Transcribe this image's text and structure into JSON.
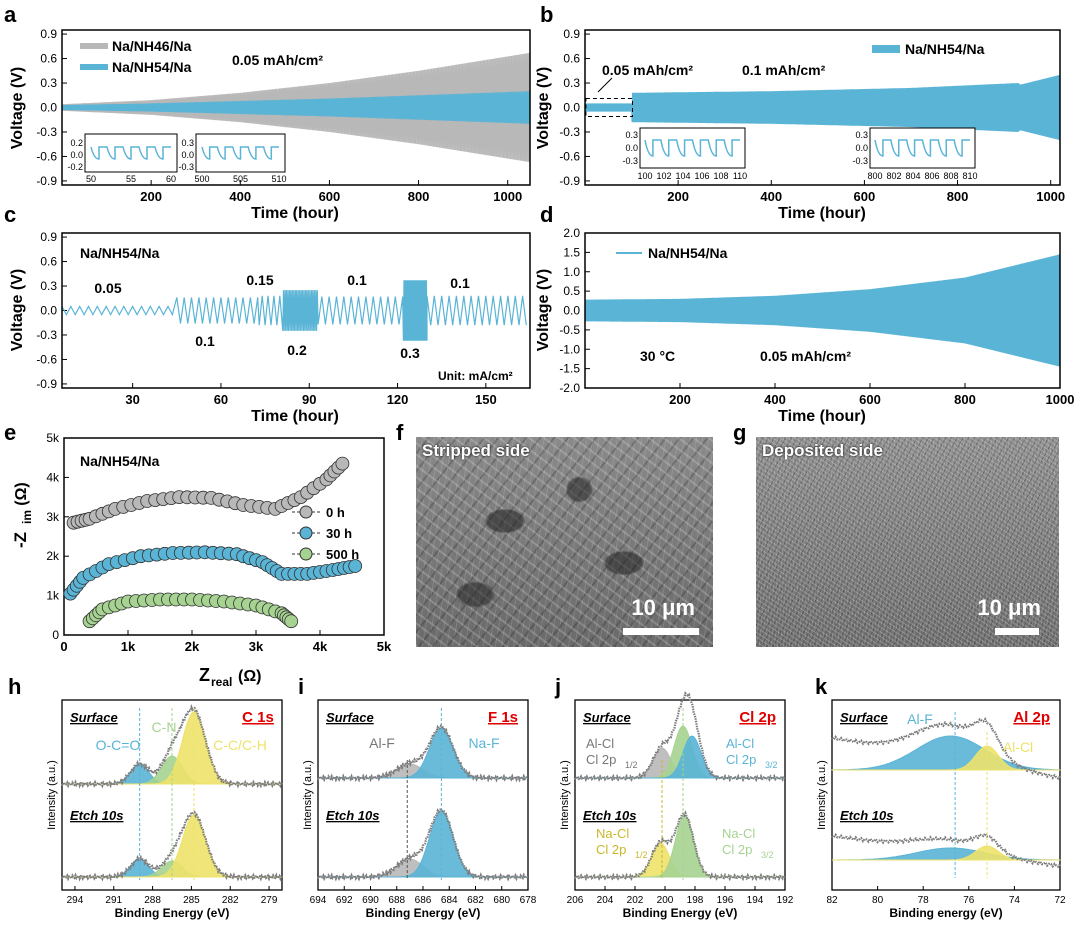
{
  "colors": {
    "blue": "#5ab4d6",
    "gray": "#b8b8b8",
    "green": "#a6d391",
    "yellow": "#ede26a",
    "red": "#e00000",
    "marker": "#7d7d7d"
  },
  "panel_letters": [
    "a",
    "b",
    "c",
    "d",
    "e",
    "f",
    "g",
    "h",
    "i",
    "j",
    "k"
  ],
  "chart_data": [
    {
      "id": "a",
      "type": "line",
      "xlabel": "Time (hour)",
      "ylabel": "Voltage (V)",
      "xlim": [
        0,
        1050
      ],
      "ylim": [
        -0.95,
        0.95
      ],
      "xticks": [
        "200",
        "400",
        "600",
        "800",
        "1000"
      ],
      "yticks": [
        "-0.9",
        "-0.6",
        "-0.3",
        "0.0",
        "0.3",
        "0.6",
        "0.9"
      ],
      "annotation": "0.05 mAh/cm²",
      "series": [
        {
          "name": "Na/NH46/Na",
          "color": "gray",
          "amplitude": {
            "t": [
              0,
              200,
              400,
              600,
              800,
              1050
            ],
            "v": [
              0.04,
              0.09,
              0.18,
              0.3,
              0.45,
              0.67
            ]
          }
        },
        {
          "name": "Na/NH54/Na",
          "color": "blue",
          "amplitude": {
            "t": [
              0,
              200,
              400,
              600,
              800,
              1050
            ],
            "v": [
              0.03,
              0.05,
              0.08,
              0.11,
              0.15,
              0.2
            ]
          }
        }
      ],
      "insets": [
        {
          "xticks": [
            "50",
            "55",
            "60"
          ],
          "yticks": [
            "0.2",
            "0.0",
            "-0.2"
          ]
        },
        {
          "xticks": [
            "500",
            "505",
            "510"
          ],
          "yticks": [
            "0.3",
            "0.0",
            "-0.3"
          ]
        }
      ]
    },
    {
      "id": "b",
      "type": "line",
      "xlabel": "Time (hour)",
      "ylabel": "Voltage (V)",
      "xlim": [
        0,
        1020
      ],
      "ylim": [
        -0.95,
        0.95
      ],
      "xticks": [
        "200",
        "400",
        "600",
        "800",
        "1000"
      ],
      "yticks": [
        "-0.9",
        "-0.6",
        "-0.3",
        "0.0",
        "0.3",
        "0.6",
        "0.9"
      ],
      "annotations": [
        "0.05 mAh/cm²",
        "0.1 mAh/cm²"
      ],
      "series": [
        {
          "name": "Na/NH54/Na",
          "color": "blue",
          "amplitude": {
            "t": [
              0,
              100,
              101,
              400,
              700,
              930,
              935,
              1020
            ],
            "v": [
              0.05,
              0.05,
              0.18,
              0.2,
              0.24,
              0.3,
              0.28,
              0.4
            ]
          }
        }
      ],
      "insets": [
        {
          "xticks": [
            "100",
            "102",
            "104",
            "106",
            "108",
            "110"
          ],
          "yticks": [
            "0.3",
            "0.0",
            "-0.3"
          ]
        },
        {
          "xticks": [
            "800",
            "802",
            "804",
            "806",
            "808",
            "810"
          ],
          "yticks": [
            "0.3",
            "0.0",
            "-0.3"
          ]
        }
      ]
    },
    {
      "id": "c",
      "type": "line",
      "xlabel": "Time (hour)",
      "ylabel": "Voltage (V)",
      "xlim": [
        6,
        165
      ],
      "ylim": [
        -0.95,
        0.95
      ],
      "xticks": [
        "30",
        "60",
        "90",
        "120",
        "150"
      ],
      "yticks": [
        "-0.9",
        "-0.6",
        "-0.3",
        "0.0",
        "0.3",
        "0.6",
        "0.9"
      ],
      "title": "Na/NH54/Na",
      "unit_note": "Unit: mA/cm²",
      "segments": [
        {
          "label": "0.05",
          "t0": 6,
          "t1": 45,
          "amp": 0.05,
          "period": 3
        },
        {
          "label": "0.1",
          "t0": 45,
          "t1": 73,
          "amp": 0.16,
          "period": 2.5
        },
        {
          "label": "0.15",
          "t0": 73,
          "t1": 81,
          "amp": 0.18,
          "period": 2
        },
        {
          "label": "0.2",
          "t0": 81,
          "t1": 93,
          "amp": 0.25,
          "period": 0.5
        },
        {
          "label": "0.1",
          "t0": 93,
          "t1": 122,
          "amp": 0.17,
          "period": 2.5
        },
        {
          "label": "0.3",
          "t0": 122,
          "t1": 130,
          "amp": 0.37,
          "period": 0.4
        },
        {
          "label": "0.1",
          "t0": 130,
          "t1": 165,
          "amp": 0.18,
          "period": 2.5
        }
      ]
    },
    {
      "id": "d",
      "type": "line",
      "xlabel": "Time (hour)",
      "ylabel": "Voltage (V)",
      "xlim": [
        0,
        1000
      ],
      "ylim": [
        -2.0,
        2.0
      ],
      "xticks": [
        "200",
        "400",
        "600",
        "800",
        "1000"
      ],
      "yticks": [
        "-2.0",
        "-1.5",
        "-1.0",
        "-0.5",
        "0.0",
        "0.5",
        "1.0",
        "1.5",
        "2.0"
      ],
      "annotations": [
        "30 °C",
        "0.05 mAh/cm²"
      ],
      "series": [
        {
          "name": "Na/NH54/Na",
          "color": "blue",
          "amplitude": {
            "t": [
              0,
              200,
              400,
              600,
              800,
              1000
            ],
            "v": [
              0.28,
              0.3,
              0.38,
              0.55,
              0.85,
              1.45
            ]
          }
        }
      ]
    },
    {
      "id": "e",
      "type": "scatter",
      "xlabel": "Zreal (Ω)",
      "ylabel": "-Zim (Ω)",
      "xlim": [
        0,
        5000
      ],
      "ylim": [
        0,
        5000
      ],
      "xticks": [
        "0",
        "1k",
        "2k",
        "3k",
        "4k",
        "5k"
      ],
      "yticks": [
        "0",
        "1k",
        "2k",
        "3k",
        "4k",
        "5k"
      ],
      "title": "Na/NH54/Na",
      "series": [
        {
          "name": "0 h",
          "color": "gray",
          "x": [
            150,
            400,
            800,
            1300,
            1800,
            2300,
            2800,
            3300,
            3700,
            4100,
            4350
          ],
          "y": [
            2850,
            2950,
            3200,
            3400,
            3500,
            3480,
            3300,
            3200,
            3500,
            3950,
            4350
          ]
        },
        {
          "name": "30 h",
          "color": "blue",
          "x": [
            100,
            300,
            700,
            1200,
            1700,
            2200,
            2700,
            3100,
            3400,
            3800,
            4200,
            4550
          ],
          "y": [
            1050,
            1450,
            1800,
            2000,
            2080,
            2100,
            2050,
            1850,
            1550,
            1550,
            1650,
            1750
          ]
        },
        {
          "name": "500 h",
          "color": "green",
          "x": [
            400,
            600,
            1000,
            1500,
            2000,
            2500,
            3000,
            3400,
            3550
          ],
          "y": [
            350,
            650,
            850,
            900,
            900,
            850,
            750,
            550,
            350
          ]
        }
      ]
    },
    {
      "id": "h",
      "type": "xps",
      "xlabel": "Binding Energy (eV)",
      "ylabel": "Intensity (a.u.)",
      "xlim": [
        295,
        278
      ],
      "xticks": [
        "294",
        "291",
        "288",
        "285",
        "282",
        "279"
      ],
      "element": "C 1s",
      "rows": [
        "Surface",
        "Etch 10s"
      ],
      "peaks": [
        {
          "name": "O-C=O",
          "center": 289,
          "color": "blue"
        },
        {
          "name": "C-N",
          "center": 286.5,
          "color": "green"
        },
        {
          "name": "C-C/C-H",
          "center": 284.8,
          "color": "yellow"
        }
      ]
    },
    {
      "id": "i",
      "type": "xps",
      "xlabel": "Binding Energy (eV)",
      "ylabel": "Intensity (a.u.)",
      "xlim": [
        694,
        678
      ],
      "xticks": [
        "694",
        "692",
        "690",
        "688",
        "686",
        "684",
        "682",
        "680",
        "678"
      ],
      "element": "F 1s",
      "rows": [
        "Surface",
        "Etch 10s"
      ],
      "peaks": [
        {
          "name": "Al-F",
          "center": 687,
          "color": "gray"
        },
        {
          "name": "Na-F",
          "center": 684.6,
          "color": "blue"
        }
      ]
    },
    {
      "id": "j",
      "type": "xps",
      "xlabel": "Binding Energy (eV)",
      "ylabel": "Intensity (a.u.)",
      "xlim": [
        206,
        192
      ],
      "xticks": [
        "206",
        "204",
        "202",
        "200",
        "198",
        "196",
        "194",
        "192"
      ],
      "element": "Cl 2p",
      "rows": [
        "Surface",
        "Etch 10s"
      ],
      "peaks": [
        {
          "name": "Al-Cl Cl 2p1/2",
          "center": 200,
          "color": "gray"
        },
        {
          "name": "Al-Cl Cl 2p3/2",
          "center": 198.3,
          "color": "blue"
        },
        {
          "name": "Na-Cl Cl 2p1/2",
          "center": 200.5,
          "color": "yellow"
        },
        {
          "name": "Na-Cl Cl 2p3/2",
          "center": 198.8,
          "color": "green"
        }
      ]
    },
    {
      "id": "k",
      "type": "xps",
      "xlabel": "Binding energy (eV)",
      "ylabel": "Intensity (a.u.)",
      "xlim": [
        82,
        72
      ],
      "xticks": [
        "82",
        "80",
        "78",
        "76",
        "74",
        "72"
      ],
      "element": "Al 2p",
      "rows": [
        "Surface",
        "Etch 10s"
      ],
      "peaks": [
        {
          "name": "Al-F",
          "center": 76.8,
          "color": "blue"
        },
        {
          "name": "Al-Cl",
          "center": 75.2,
          "color": "yellow"
        }
      ]
    }
  ],
  "labels": {
    "a_leg1": "Na/NH46/Na",
    "a_leg2": "Na/NH54/Na",
    "a_ann": "0.05 mAh/cm²",
    "b_leg": "Na/NH54/Na",
    "b_ann1": "0.05 mAh/cm²",
    "b_ann2": "0.1 mAh/cm²",
    "c_title": "Na/NH54/Na",
    "c_unit": "Unit: mA/cm²",
    "d_leg": "Na/NH54/Na",
    "d_ann1": "30 °C",
    "d_ann2": "0.05 mAh/cm²",
    "e_title": "Na/NH54/Na",
    "e_l1": "0 h",
    "e_l2": "30 h",
    "e_l3": "500 h",
    "f_caption": "Stripped side",
    "g_caption": "Deposited side",
    "scale": "10 μm",
    "surface": "Surface",
    "etch": "Etch 10s",
    "h_el": "C 1s",
    "h_p1": "O-C=O",
    "h_p2": "C-N",
    "h_p3": "C-C/C-H",
    "i_el": "F 1s",
    "i_p1": "Al-F",
    "i_p2": "Na-F",
    "j_el": "Cl 2p",
    "j_p1a": "Al-Cl",
    "j_p1b": "Cl 2p",
    "j_p1s": "1/2",
    "j_p2a": "Al-Cl",
    "j_p2b": "Cl 2p",
    "j_p2s": "3/2",
    "j_p3a": "Na-Cl",
    "j_p3b": "Cl 2p",
    "j_p3s": "1/2",
    "j_p4a": "Na-Cl",
    "j_p4b": "Cl 2p",
    "j_p4s": "3/2",
    "k_el": "Al 2p",
    "k_p1": "Al-F",
    "k_p2": "Al-Cl"
  }
}
